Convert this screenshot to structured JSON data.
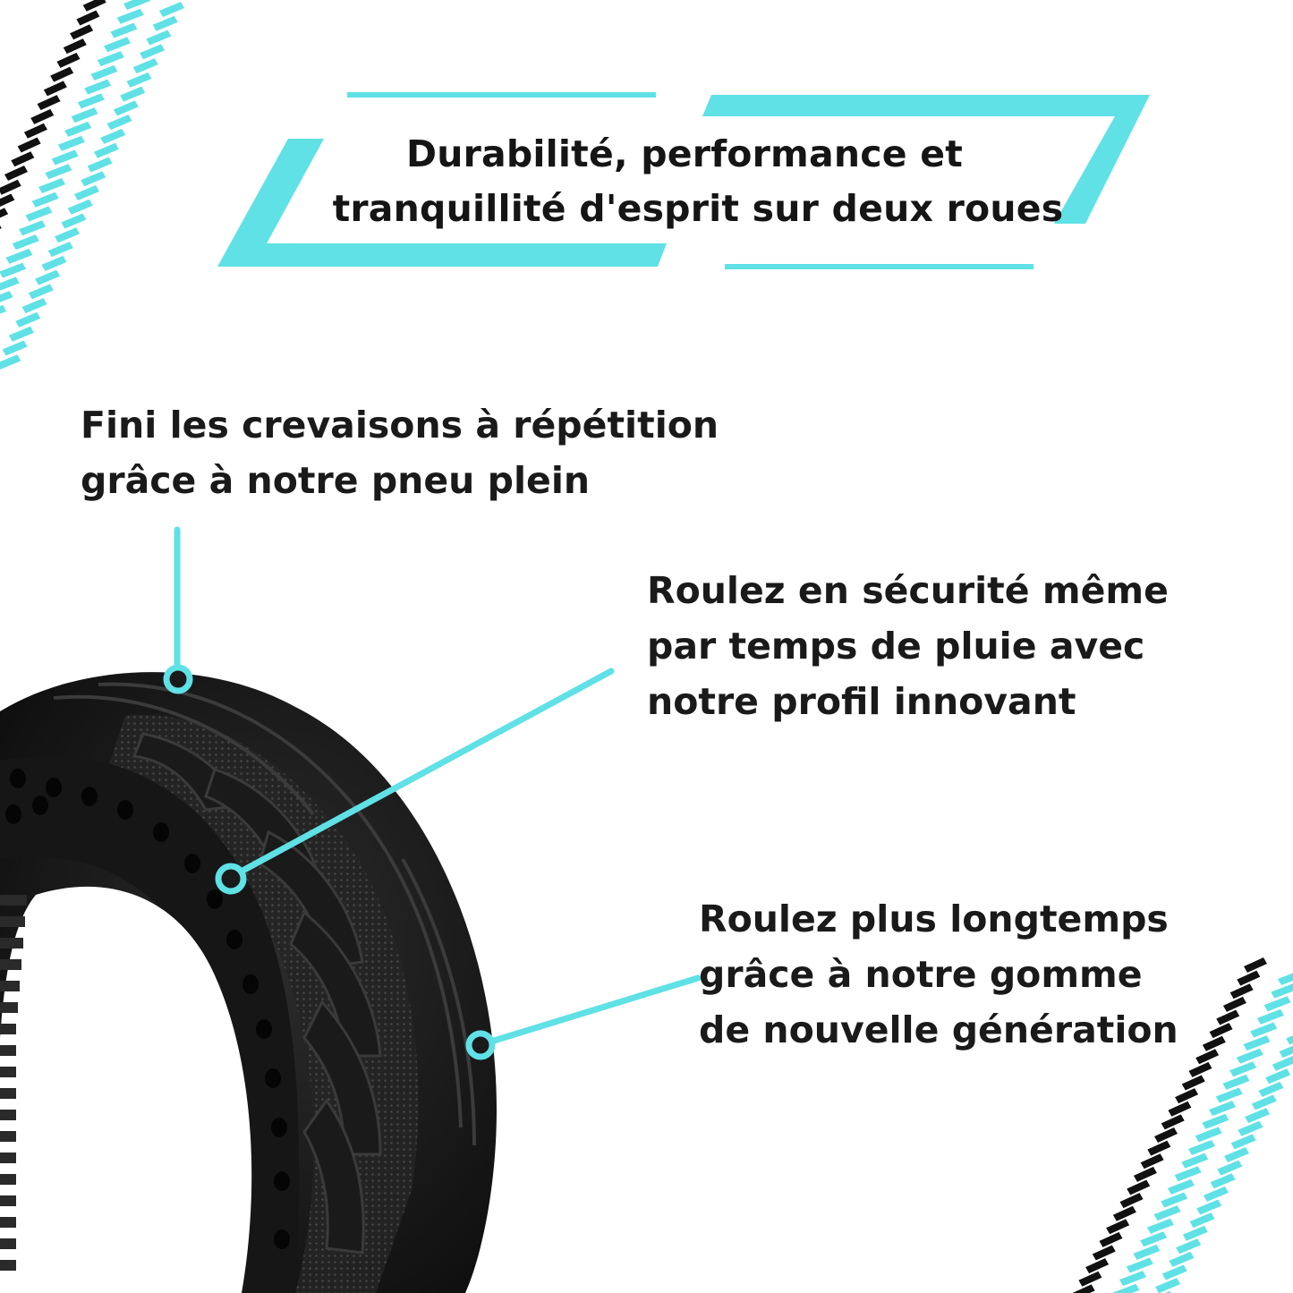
{
  "colors": {
    "accent": "#5fe1e6",
    "text": "#151515",
    "tire": "#1b1b1b",
    "background": "#ffffff"
  },
  "header": {
    "title_lines": [
      "Durabilité, performance et",
      "tranquillité d'esprit sur deux roues"
    ]
  },
  "features": [
    {
      "lines": [
        "Fini les crevaisons à répétition",
        "grâce à notre pneu plein"
      ]
    },
    {
      "lines": [
        "Roulez en sécurité même",
        "par temps de pluie avec",
        "notre profil innovant"
      ]
    },
    {
      "lines": [
        "Roulez plus longtemps",
        "grâce à notre gomme",
        "de nouvelle génération"
      ]
    }
  ]
}
